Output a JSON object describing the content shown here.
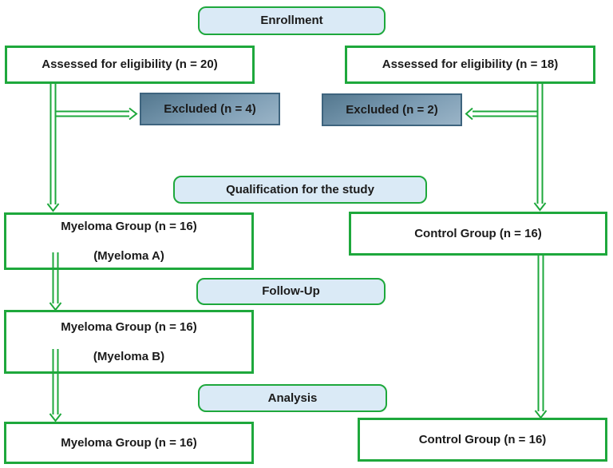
{
  "colors": {
    "accent_green": "#1ea83c",
    "stage_fill": "#daeaf6",
    "excluded_top": "#54788f",
    "excluded_bottom": "#9ab4c7",
    "excluded_border": "#3e647e",
    "text": "#1b1b1b",
    "background": "#ffffff"
  },
  "stages": {
    "enrollment": "Enrollment",
    "qualification": "Qualification for the study",
    "followup": "Follow-Up",
    "analysis": "Analysis"
  },
  "nodes": {
    "assessed_left": "Assessed for eligibility (n = 20)",
    "assessed_right": "Assessed for eligibility (n = 18)",
    "excluded_left": "Excluded (n = 4)",
    "excluded_right": "Excluded (n = 2)",
    "myeloma_a_line1": "Myeloma Group (n = 16)",
    "myeloma_a_line2": "(Myeloma A)",
    "control_top": "Control Group (n = 16)",
    "myeloma_b_line1": "Myeloma Group (n = 16)",
    "myeloma_b_line2": "(Myeloma B)",
    "myeloma_bottom": "Myeloma Group (n = 16)",
    "control_bottom": "Control Group (n = 16)"
  }
}
